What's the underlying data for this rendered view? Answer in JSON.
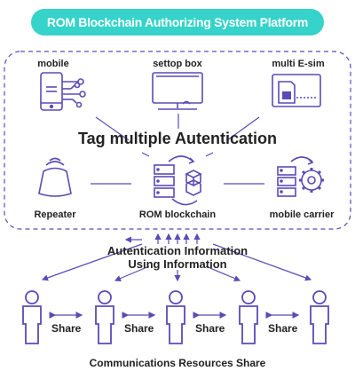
{
  "title": "ROM Blockchain Authorizing System Platform",
  "nodes": {
    "mobile": "mobile",
    "settop_box": "settop box",
    "multi_esim": "multi E-sim",
    "repeater": "Repeater",
    "rom_blockchain": "ROM blockchain",
    "mobile_carrier": "mobile carrier"
  },
  "center_label": "Tag multiple Autentication",
  "info_line1": "Autentication Information",
  "info_line2": "Using Information",
  "share_label": "Share",
  "footer": "Communications Resources Share",
  "colors": {
    "accent": "#35d3c9",
    "primary": "#5d4ab5",
    "dashed": "#5d4ab5"
  }
}
